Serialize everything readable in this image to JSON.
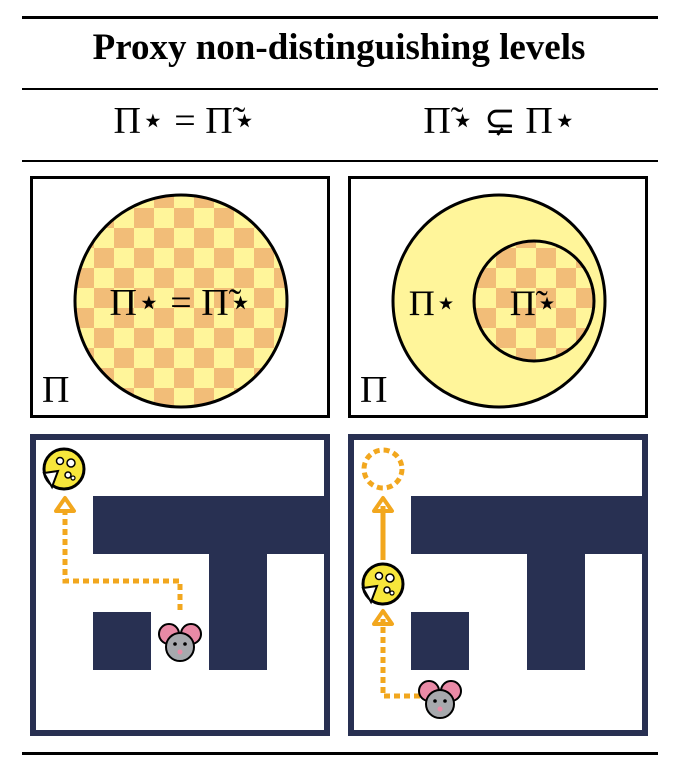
{
  "title": "Proxy non-distinguishing levels",
  "columns": [
    {
      "header": "Π⋆ = Π̃⋆"
    },
    {
      "header": "Π̃⋆ ⊊ Π⋆"
    }
  ],
  "venn": {
    "left": {
      "inner_label": "Π⋆ = Π̃⋆",
      "corner_label": "Π"
    },
    "right": {
      "outer_label": "Π⋆",
      "inner_label": "Π̃⋆",
      "corner_label": "Π"
    }
  },
  "colors": {
    "yellow": "#fff59a",
    "checker": "#f2bd78",
    "wall": "#283052",
    "path": "#f2a71e",
    "mouse_body": "#a7a9ad",
    "mouse_ear": "#e98aa6"
  },
  "icons": [
    "cheese-icon",
    "mouse-icon",
    "cheese-outline-icon"
  ]
}
